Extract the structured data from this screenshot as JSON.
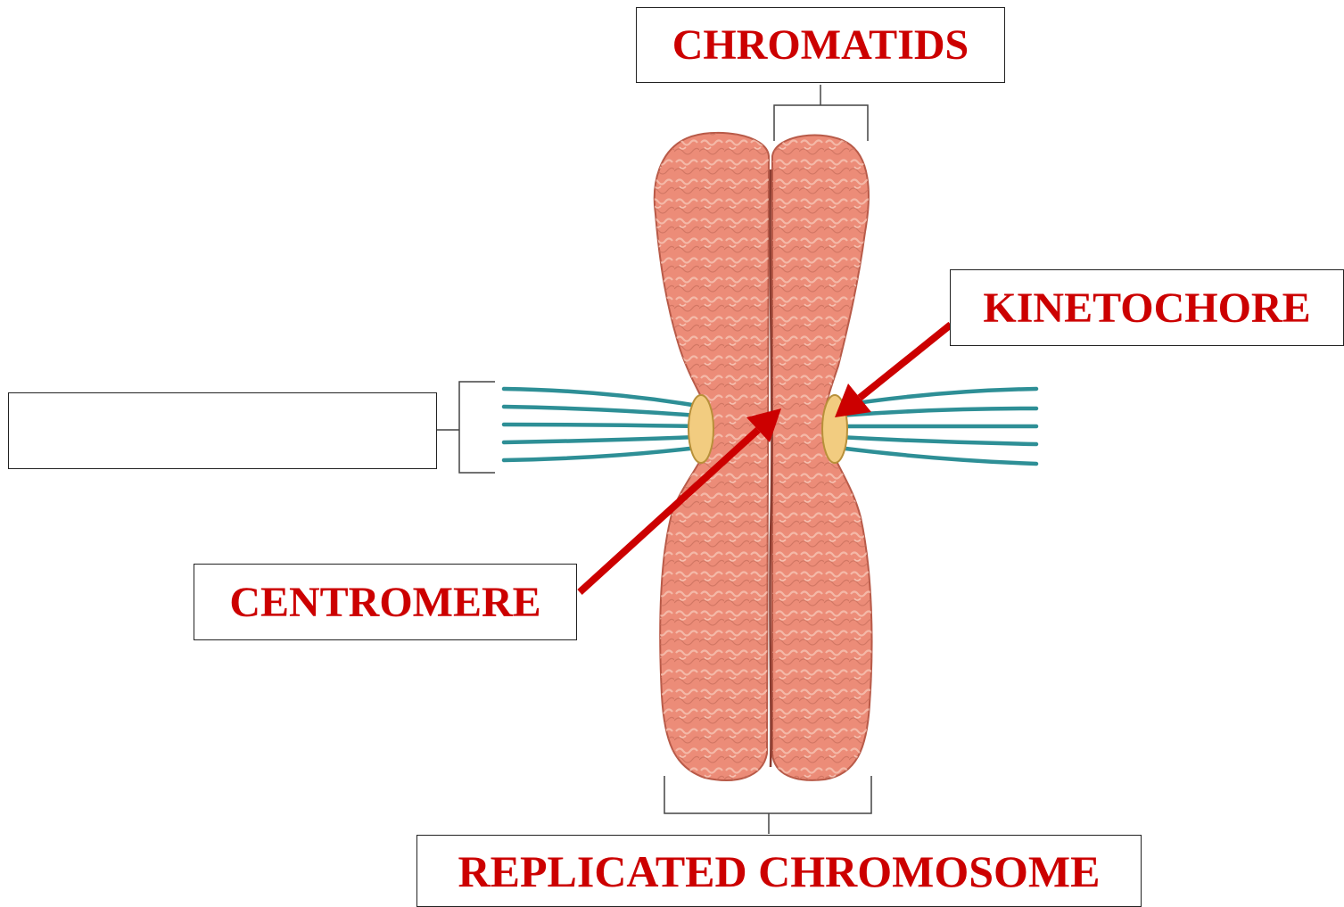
{
  "labels": {
    "chromatids": "CHROMATIDS",
    "kinetochore": "KINETOCHORE",
    "centromere": "CENTROMERE",
    "replicated_chromosome": "REPLICATED CHROMOSOME",
    "blank": ""
  },
  "colors": {
    "label_text": "#cc0000",
    "arrow": "#cc0000",
    "chromatid_fill": "#ec8c78",
    "chromatid_outline": "#b85a48",
    "chromatin_texture": "#f6c0b0",
    "kinetochore_fill": "#f2cc80",
    "spindle_fiber": "#2e8f96",
    "bracket": "#444444"
  }
}
